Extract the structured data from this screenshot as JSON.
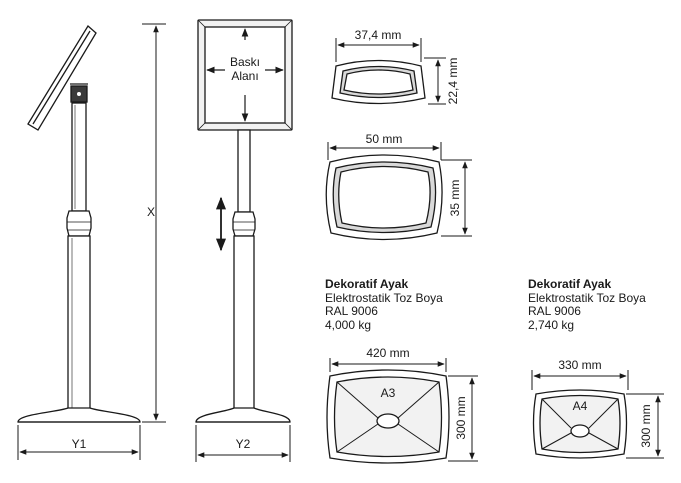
{
  "stand1": {
    "width_label": "Y1",
    "height_label": "X"
  },
  "stand2": {
    "width_label": "Y2",
    "print_area_line1": "Baskı",
    "print_area_line2": "Alanı"
  },
  "frame_small": {
    "width_label": "37,4 mm",
    "height_label": "22,4 mm"
  },
  "frame_large": {
    "width_label": "50 mm",
    "height_label": "35 mm"
  },
  "spec_a3": {
    "title": "Dekoratif Ayak",
    "line1": "Elektrostatik  Toz Boya",
    "line2": "RAL 9006",
    "line3": "4,000 kg",
    "width_label": "420 mm",
    "height_label": "300 mm",
    "size_label": "A3"
  },
  "spec_a4": {
    "title": "Dekoratif Ayak",
    "line1": "Elektrostatik Toz Boya",
    "line2": "RAL 9006",
    "line3": "2,740 kg",
    "width_label": "330 mm",
    "height_label": "300 mm",
    "size_label": "A4"
  },
  "colors": {
    "line": "#1a1a1a",
    "shade": "#d9d9d9",
    "frame_fill": "#f2f2f2"
  }
}
